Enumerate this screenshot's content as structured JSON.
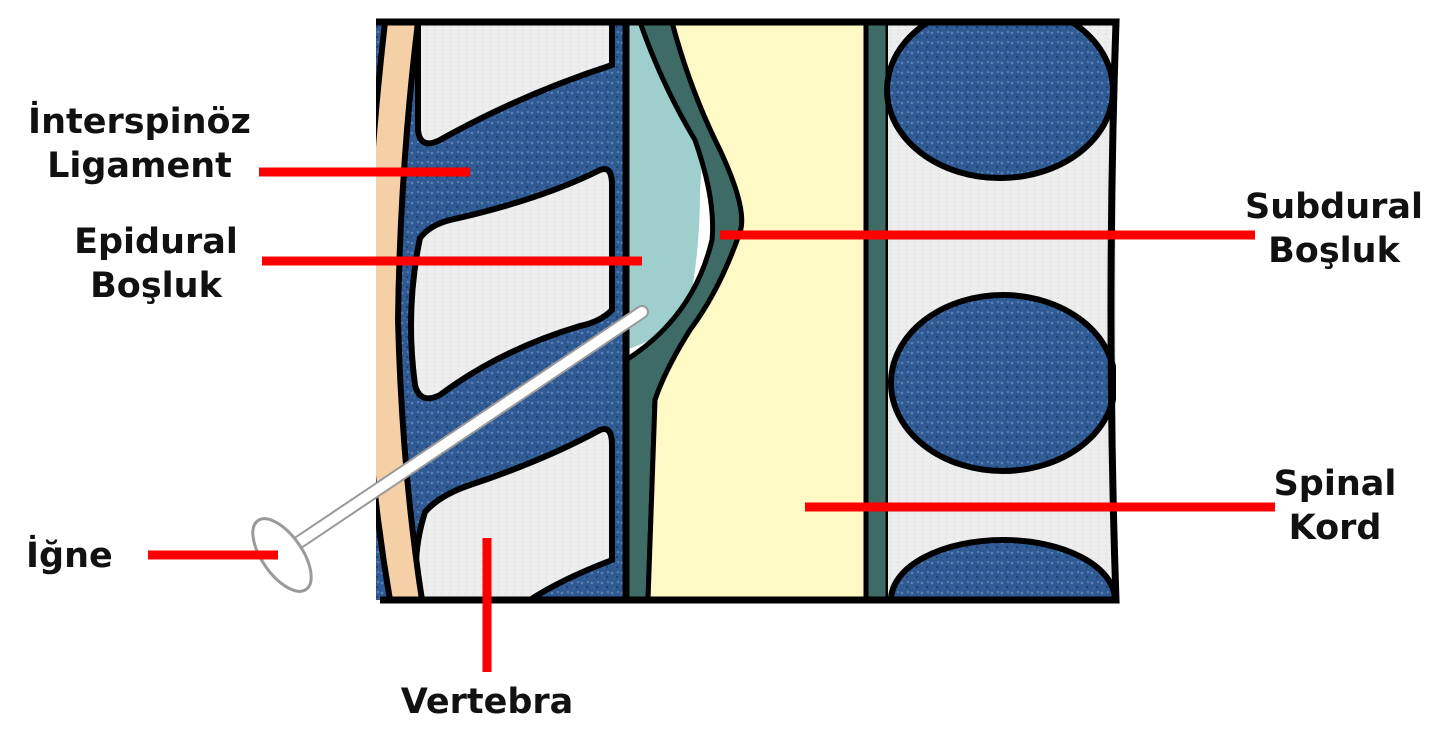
{
  "labels": {
    "interspinoz_line1": "İnterspinöz",
    "interspinoz_line2": "Ligament",
    "epidural_line1": "Epidural",
    "epidural_line2": "Boşluk",
    "igne": "İğne",
    "vertebra": "Vertebra",
    "subdural_line1": "Subdural",
    "subdural_line2": "Boşluk",
    "spinal_line1": "Spinal",
    "spinal_line2": "Kord"
  },
  "colors": {
    "leader_line": "#ff0000",
    "outline": "#000000",
    "skin": "#f5cfa6",
    "ligament_blue": "#2f5a93",
    "bone_white": "#ececec",
    "epidural_space": "#9fcfcd",
    "dura": "#3e6b66",
    "spinal_cord": "#fff9c6",
    "needle": "#ffffff"
  }
}
